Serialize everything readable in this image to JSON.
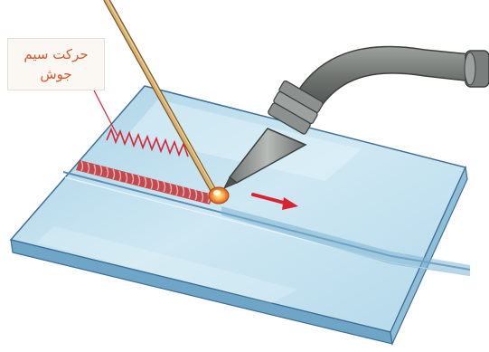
{
  "callout": {
    "line1": "حرکت سیم",
    "line2": "جوش"
  },
  "colors": {
    "plate": "#bfe0ee",
    "plate_edge": "#5b8fb3",
    "bead": "#c8353a",
    "wire": "#c49a5a",
    "torch": "#8a8f8c",
    "arrow": "#d9232f",
    "callout_text": "#d9572b"
  },
  "icons": {
    "weld-plate": "weld-plate",
    "filler-wire": "filler-wire",
    "gas-torch": "gas-torch",
    "weld-bead": "weld-bead",
    "zigzag-motion": "zigzag-motion",
    "direction-arrow": "direction-arrow"
  }
}
